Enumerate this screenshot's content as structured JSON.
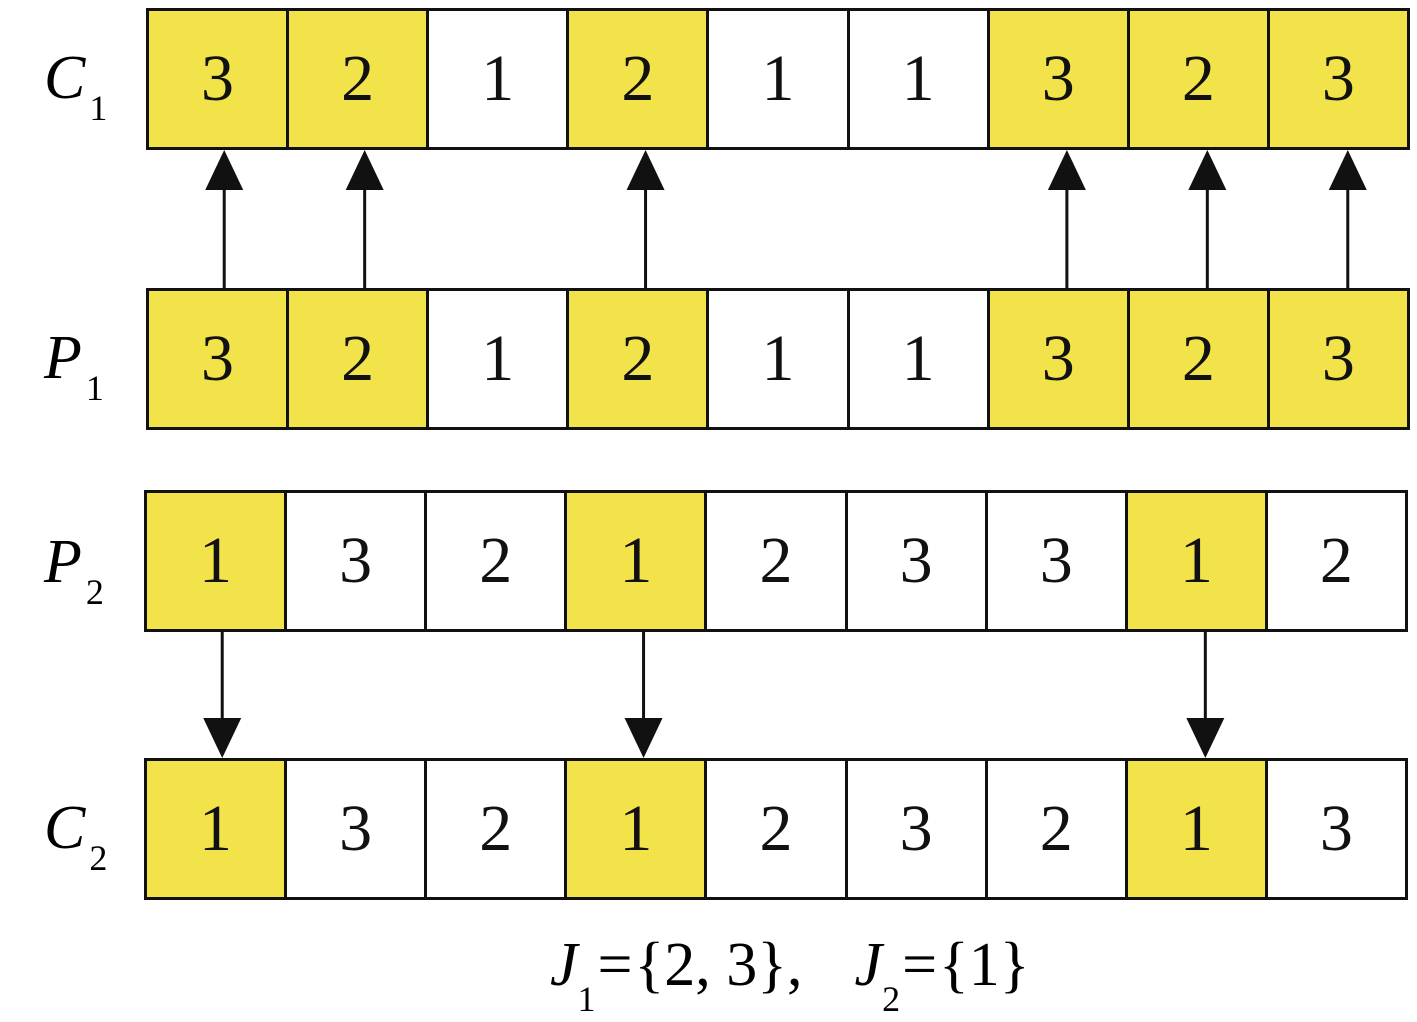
{
  "colors": {
    "highlight": "#f3e34a",
    "plain": "#ffffff",
    "line": "#111111"
  },
  "rows": [
    {
      "id": "C1",
      "label": "C",
      "sub": "1",
      "cells": [
        3,
        2,
        1,
        2,
        1,
        1,
        3,
        2,
        3
      ],
      "highlighted": [
        true,
        true,
        false,
        true,
        false,
        false,
        true,
        true,
        true
      ]
    },
    {
      "id": "P1",
      "label": "P",
      "sub": "1",
      "cells": [
        3,
        2,
        1,
        2,
        1,
        1,
        3,
        2,
        3
      ],
      "highlighted": [
        true,
        true,
        false,
        true,
        false,
        false,
        true,
        true,
        true
      ]
    },
    {
      "id": "P2",
      "label": "P",
      "sub": "2",
      "cells": [
        1,
        3,
        2,
        1,
        2,
        3,
        3,
        1,
        2
      ],
      "highlighted": [
        true,
        false,
        false,
        true,
        false,
        false,
        false,
        true,
        false
      ]
    },
    {
      "id": "C2",
      "label": "C",
      "sub": "2",
      "cells": [
        1,
        3,
        2,
        1,
        2,
        3,
        2,
        1,
        3
      ],
      "highlighted": [
        true,
        false,
        false,
        true,
        false,
        false,
        false,
        true,
        false
      ]
    }
  ],
  "arrows": [
    {
      "from": "P1",
      "to": "C1",
      "cells": [
        0,
        1,
        3,
        6,
        7,
        8
      ],
      "direction": "up"
    },
    {
      "from": "P2",
      "to": "C2",
      "cells": [
        0,
        3,
        7
      ],
      "direction": "down"
    }
  ],
  "formula": {
    "j1_var": "J",
    "j1_sub": "1",
    "eq1": "=",
    "j1_set": "{2, 3},",
    "j2_var": "J",
    "j2_sub": "2",
    "eq2": "=",
    "j2_set": "{1}"
  }
}
